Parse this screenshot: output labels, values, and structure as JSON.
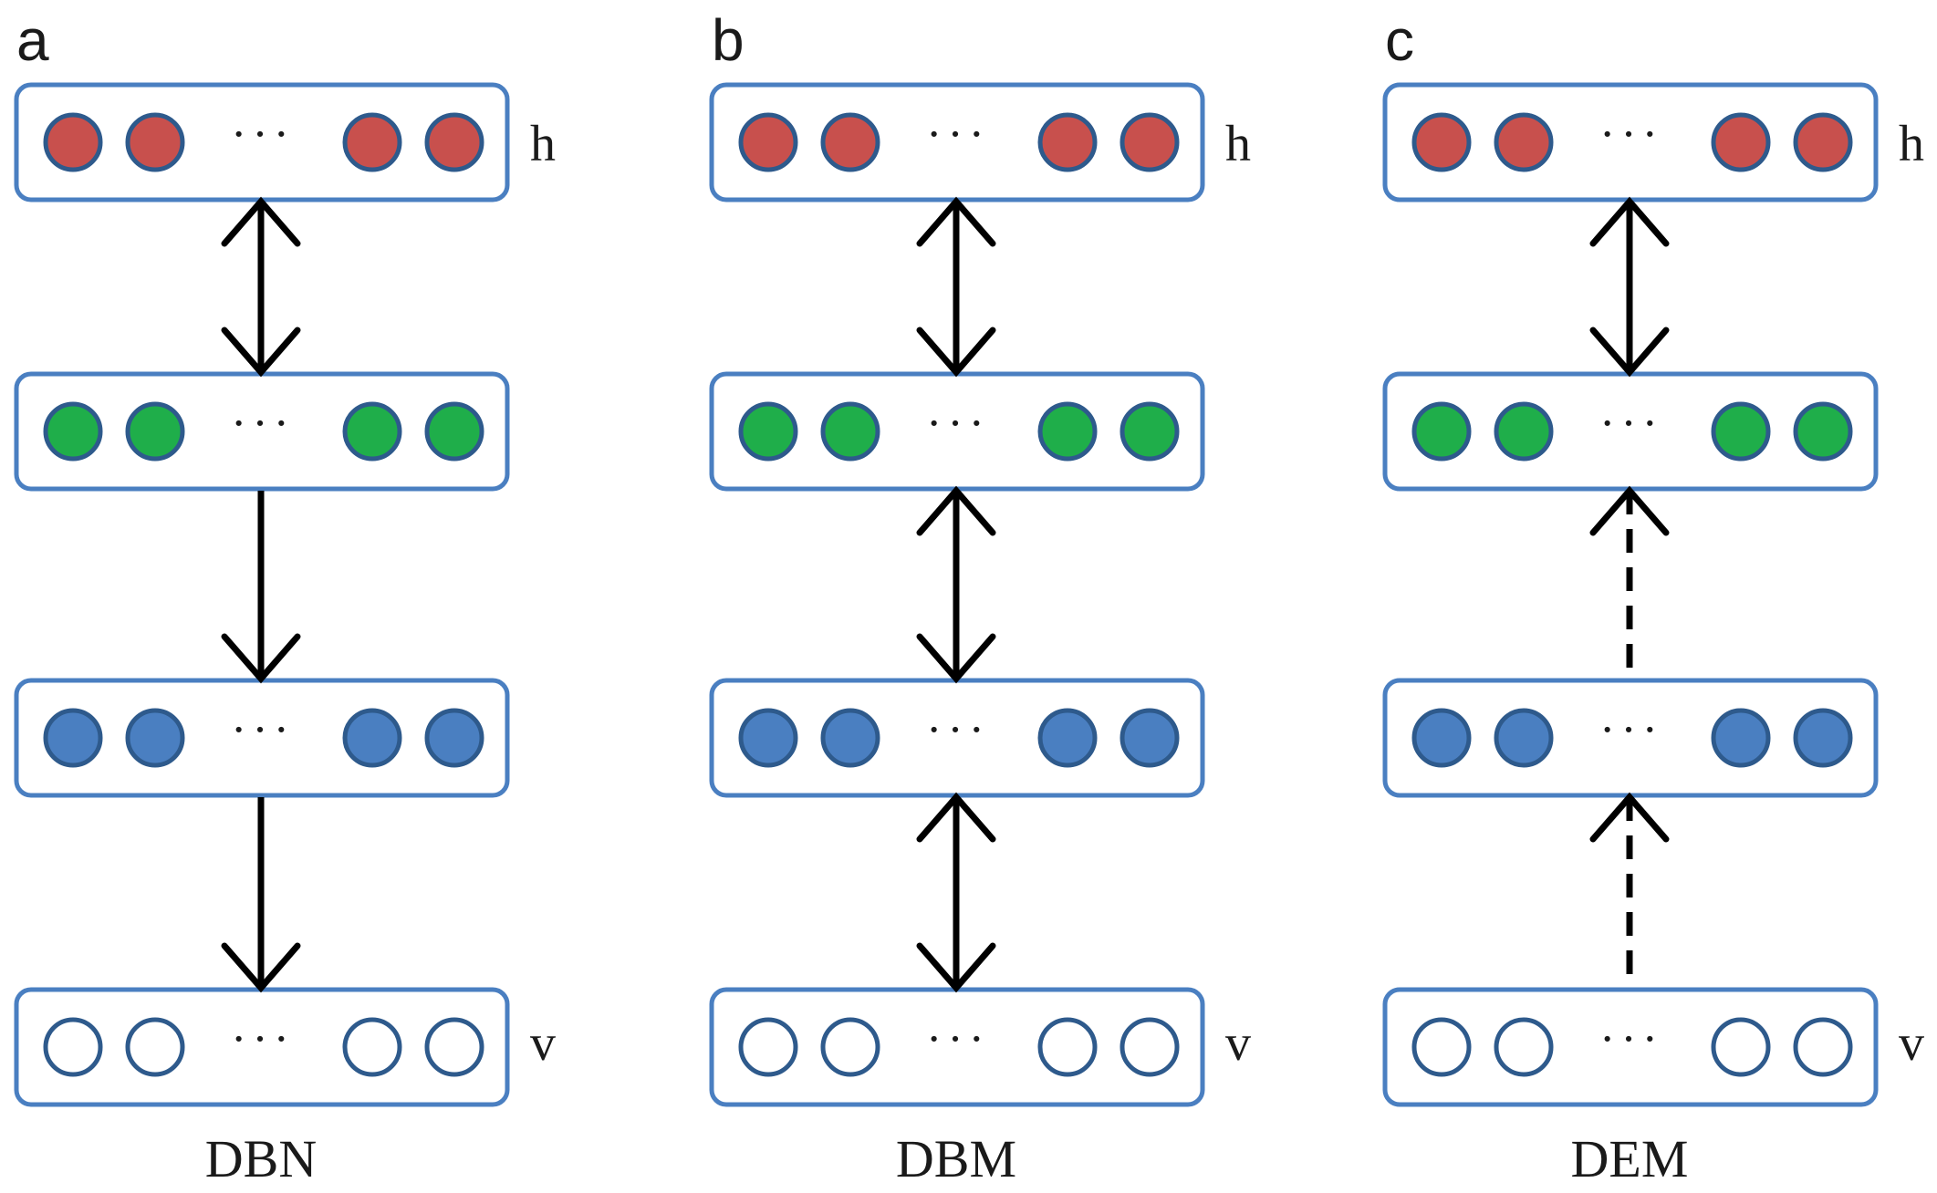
{
  "colors": {
    "layer_border": "#4a7fc1",
    "unit_border": "#2e5a8c",
    "hidden_top_fill": "#c8504d",
    "hidden_mid_fill": "#1fae4a",
    "hidden_low_fill": "#4a7fc1",
    "visible_fill": "#ffffff",
    "arrow": "#000000"
  },
  "icons": {
    "unit": "circle-node",
    "connection": "arrow"
  },
  "panels": [
    {
      "letter": "a",
      "caption": "DBN",
      "label_top": "h",
      "label_bottom": "v",
      "ellipsis": "···",
      "connections": [
        {
          "from_layer": 0,
          "to_layer": 1,
          "kind": "bidirectional",
          "style": "solid"
        },
        {
          "from_layer": 1,
          "to_layer": 2,
          "kind": "down",
          "style": "solid"
        },
        {
          "from_layer": 2,
          "to_layer": 3,
          "kind": "down",
          "style": "solid"
        }
      ]
    },
    {
      "letter": "b",
      "caption": "DBM",
      "label_top": "h",
      "label_bottom": "v",
      "ellipsis": "···",
      "connections": [
        {
          "from_layer": 0,
          "to_layer": 1,
          "kind": "bidirectional",
          "style": "solid"
        },
        {
          "from_layer": 1,
          "to_layer": 2,
          "kind": "bidirectional",
          "style": "solid"
        },
        {
          "from_layer": 2,
          "to_layer": 3,
          "kind": "bidirectional",
          "style": "solid"
        }
      ]
    },
    {
      "letter": "c",
      "caption": "DEM",
      "label_top": "h",
      "label_bottom": "v",
      "ellipsis": "···",
      "connections": [
        {
          "from_layer": 0,
          "to_layer": 1,
          "kind": "bidirectional",
          "style": "solid"
        },
        {
          "from_layer": 1,
          "to_layer": 2,
          "kind": "up",
          "style": "dashed"
        },
        {
          "from_layer": 2,
          "to_layer": 3,
          "kind": "up",
          "style": "dashed"
        }
      ]
    }
  ]
}
